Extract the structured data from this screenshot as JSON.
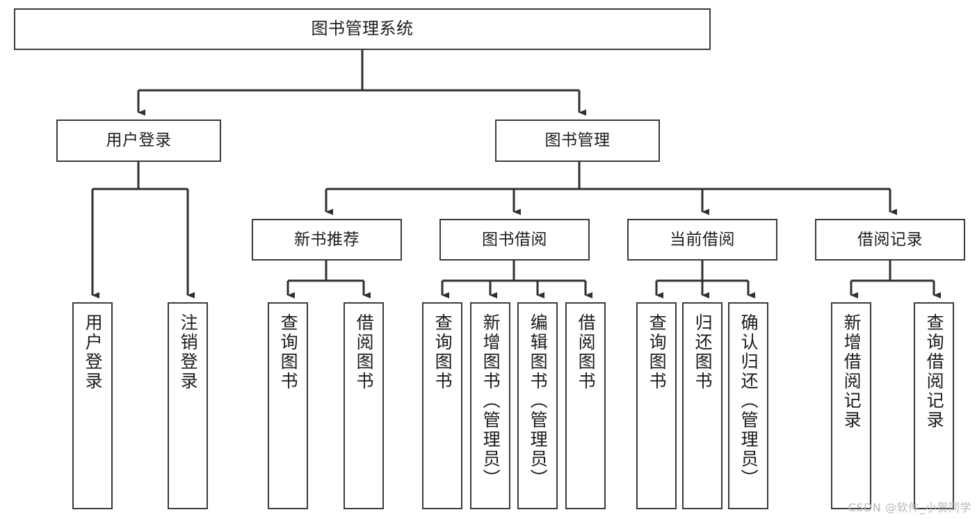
{
  "diagram": {
    "title": "图书管理系统",
    "type": "tree-hierarchy-chart",
    "watermark": "CSDN @软件_小贺同学",
    "colors": {
      "background": "#ffffff",
      "box_border": "#3a3a3a",
      "edge": "#2f2f2f",
      "text": "#1b1b1b",
      "watermark": "#b9b9b9"
    }
  },
  "nodes": {
    "root": {
      "label": "图书管理系统"
    },
    "level2": [
      {
        "id": "user-login",
        "label": "用户登录"
      },
      {
        "id": "book-management",
        "label": "图书管理"
      }
    ],
    "level3": [
      {
        "id": "new-book-recommend",
        "label": "新书推荐"
      },
      {
        "id": "book-borrow",
        "label": "图书借阅"
      },
      {
        "id": "current-borrow",
        "label": "当前借阅"
      },
      {
        "id": "borrow-record",
        "label": "借阅记录"
      }
    ],
    "leaves": {
      "user_login": [
        {
          "id": "login",
          "label": "用户登录"
        },
        {
          "id": "logout",
          "label": "注销登录"
        }
      ],
      "new_book_recommend": [
        {
          "id": "query-book-1",
          "label": "查询图书"
        },
        {
          "id": "borrow-book-1",
          "label": "借阅图书"
        }
      ],
      "book_borrow": [
        {
          "id": "query-book-2",
          "label": "查询图书"
        },
        {
          "id": "add-book",
          "label": "新增图书（管理员）"
        },
        {
          "id": "edit-book",
          "label": "编辑图书（管理员）"
        },
        {
          "id": "borrow-book-2",
          "label": "借阅图书"
        }
      ],
      "current_borrow": [
        {
          "id": "query-book-3",
          "label": "查询图书"
        },
        {
          "id": "return-book",
          "label": "归还图书"
        },
        {
          "id": "confirm-return",
          "label": "确认归还（管理员）"
        }
      ],
      "borrow_record": [
        {
          "id": "add-borrow-record",
          "label": "新增借阅记录"
        },
        {
          "id": "query-borrow-record",
          "label": "查询借阅记录"
        }
      ]
    }
  }
}
